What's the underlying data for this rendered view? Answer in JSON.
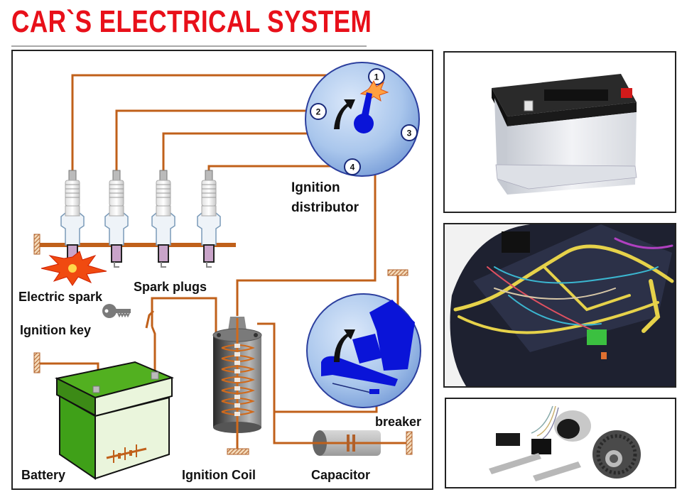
{
  "title": "CAR`S ELECTRICAL SYSTEM",
  "diagram": {
    "labels": {
      "ignition_distributor_line1": "Ignition",
      "ignition_distributor_line2": "distributor",
      "electric_spark": "Electric spark",
      "spark_plugs": "Spark plugs",
      "ignition_key": "Ignition key",
      "battery": "Battery",
      "ignition_coil": "Ignition Coil",
      "capacitor": "Capacitor",
      "breaker": "breaker"
    },
    "distributor_terminals": [
      "1",
      "2",
      "3",
      "4"
    ],
    "colors": {
      "wire": "#c0601a",
      "disc": "#a9c6ec",
      "disc_edge": "#2c3f9e",
      "rotor": "#0a14d8",
      "battery_green": "#3fa018",
      "title_red": "#e8101a"
    }
  },
  "photos": [
    {
      "name": "car-battery-photo",
      "caption": "car battery"
    },
    {
      "name": "engine-wiring-harness-photo",
      "caption": "engine wiring harness"
    },
    {
      "name": "electrical-components-photo",
      "caption": "electrical components"
    }
  ]
}
